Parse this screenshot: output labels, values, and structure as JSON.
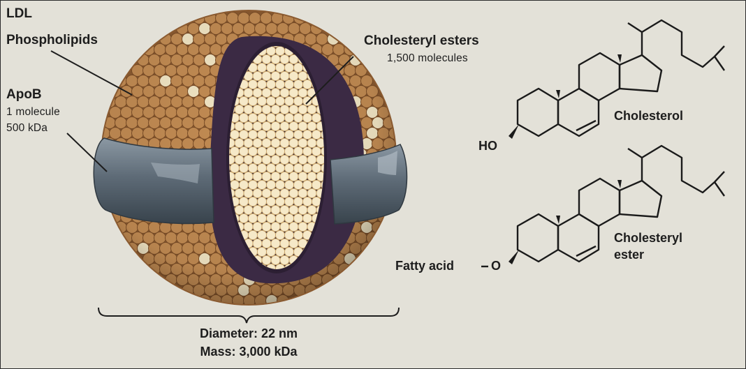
{
  "title": "LDL",
  "labels": {
    "phospholipids": "Phospholipids",
    "apob": "ApoB",
    "apob_molecules": "1 molecule",
    "apob_mass": "500 kDa",
    "cholesteryl_esters": "Cholesteryl esters",
    "cholesteryl_esters_count": "1,500 molecules",
    "diameter": "Diameter: 22 nm",
    "mass": "Mass: 3,000 kDa"
  },
  "structures": {
    "cholesterol": {
      "name": "Cholesterol",
      "group": "HO"
    },
    "cholesteryl_ester": {
      "name_line1": "Cholesteryl",
      "name_line2": "ester",
      "group": "Fatty acid",
      "oxygen": "O"
    }
  },
  "colors": {
    "background": "#e3e1d8",
    "phospholipid_head": "#c08a52",
    "phospholipid_light": "#efe3c2",
    "core": "#f6e9c8",
    "shell_dark": "#3b2a44",
    "apob": "#5d6a76",
    "text": "#1d1d1d"
  }
}
